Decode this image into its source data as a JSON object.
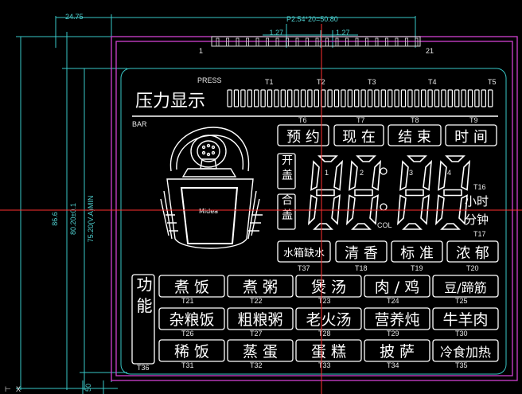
{
  "dimensions": {
    "top_left": "24.75",
    "top_span": "P2.54*20=50.80",
    "pitch_left": "1.27",
    "pitch_right": "1.27",
    "left_outer": "86.6",
    "left_mid": "80.20±0.1",
    "left_inner": "75.20(V.A)MIN",
    "bottom_left": "50",
    "pin_first": "1",
    "pin_last": "21"
  },
  "pressure": {
    "title": "压力显示",
    "press_label": "PRESS",
    "bar_label": "BAR",
    "ticks": [
      "T1",
      "T2",
      "T3",
      "T4",
      "T5"
    ]
  },
  "top_labels": [
    "T6",
    "T7",
    "T8",
    "T9"
  ],
  "top_row": [
    "预 约",
    "现 在",
    "结 束",
    "时 间"
  ],
  "lid_labels": [
    "开 盖",
    "合 盖"
  ],
  "digits": {
    "numbers": [
      "1",
      "2",
      "3",
      "4"
    ],
    "col_label": "COL",
    "t16": "T16",
    "t17": "T17",
    "hour": "小时",
    "minute": "分钟"
  },
  "status_row": {
    "items": [
      "水箱缺水",
      "清 香",
      "标 准",
      "浓 郁"
    ],
    "labels": [
      "T37",
      "T18",
      "T19",
      "T20"
    ]
  },
  "function_label": "功 能",
  "grid": {
    "row1": [
      "煮 饭",
      "煮 粥",
      "煲 汤",
      "肉 / 鸡",
      "豆/蹄筋"
    ],
    "row1_labels": [
      "T21",
      "T22",
      "T23",
      "T24",
      "T25"
    ],
    "row2": [
      "杂粮饭",
      "粗粮粥",
      "老火汤",
      "营养炖",
      "牛羊肉"
    ],
    "row2_labels": [
      "T26",
      "T27",
      "T28",
      "T29",
      "T30"
    ],
    "row3": [
      "稀 饭",
      "蒸 蛋",
      "蛋 糕",
      "披 萨",
      "冷食加热"
    ],
    "row3_labels": [
      "T31",
      "T32",
      "T33",
      "T34",
      "T35"
    ],
    "corner": "T36"
  },
  "logo_text": "Midea",
  "axis_marker": "X",
  "colors": {
    "background": "#000000",
    "segment": "#ffffff",
    "dimension": "#38c8c8",
    "outline": "#d040d0",
    "crosshair": "#ff3030"
  }
}
